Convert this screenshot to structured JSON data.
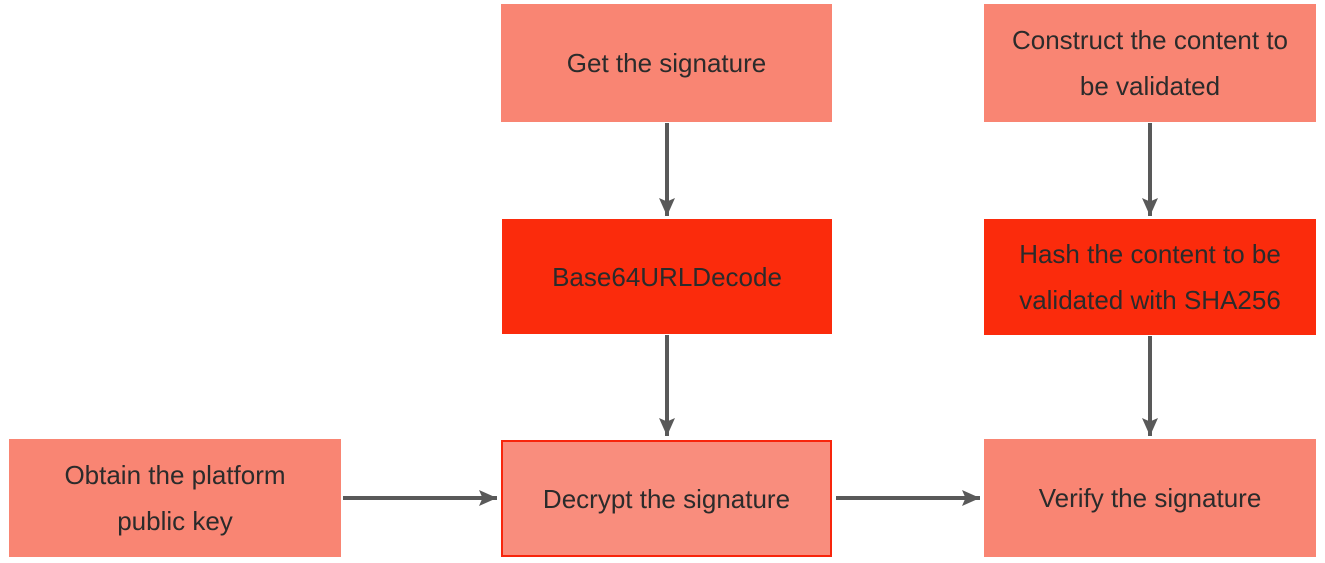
{
  "diagram": {
    "type": "flowchart",
    "background": "#ffffff",
    "colors": {
      "node_fill_salmon": "#f98573",
      "node_fill_red": "#fb2b0c",
      "highlight_border_red": "#f8250c",
      "arrow_gray": "#595959",
      "text": "#2b2b2b"
    },
    "nodes": [
      {
        "id": "get-signature",
        "label": "Get the signature",
        "lines": [
          "Get the signature"
        ],
        "variant": "salmon"
      },
      {
        "id": "construct-content",
        "label": "Construct the content to be validated",
        "lines": [
          "Construct the content to",
          "be validated"
        ],
        "variant": "salmon"
      },
      {
        "id": "base64-url-decode",
        "label": "Base64URLDecode",
        "lines": [
          "Base64URLDecode"
        ],
        "variant": "red"
      },
      {
        "id": "hash-content",
        "label": "Hash the content to be validated with SHA256",
        "lines": [
          "Hash the content to be",
          "validated with SHA256"
        ],
        "variant": "red"
      },
      {
        "id": "obtain-platform-public-key",
        "label": "Obtain the platform public key",
        "lines": [
          "Obtain the platform",
          "public key"
        ],
        "variant": "salmon"
      },
      {
        "id": "decrypt-signature",
        "label": "Decrypt the signature",
        "lines": [
          "Decrypt the signature"
        ],
        "variant": "salmon-outlined"
      },
      {
        "id": "verify-signature",
        "label": "Verify the signature",
        "lines": [
          "Verify the signature"
        ],
        "variant": "salmon"
      }
    ],
    "edges": [
      {
        "from": "get-signature",
        "to": "base64-url-decode",
        "direction": "down"
      },
      {
        "from": "base64-url-decode",
        "to": "decrypt-signature",
        "direction": "down"
      },
      {
        "from": "construct-content",
        "to": "hash-content",
        "direction": "down"
      },
      {
        "from": "hash-content",
        "to": "verify-signature",
        "direction": "down"
      },
      {
        "from": "obtain-platform-public-key",
        "to": "decrypt-signature",
        "direction": "right"
      },
      {
        "from": "decrypt-signature",
        "to": "verify-signature",
        "direction": "right"
      }
    ]
  }
}
